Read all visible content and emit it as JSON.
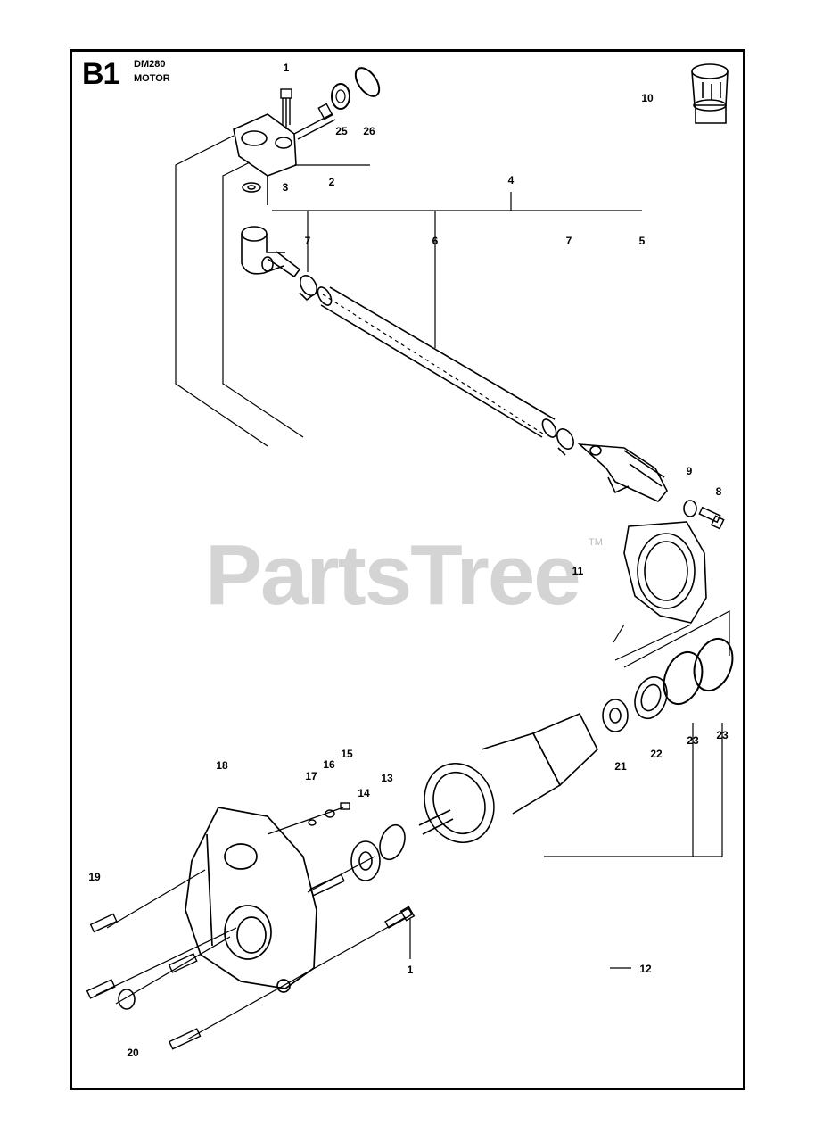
{
  "header": {
    "section": "B1",
    "model": "DM280",
    "title": "MOTOR"
  },
  "watermark": {
    "text": "PartsTree",
    "tm": "TM"
  },
  "callouts": [
    "1",
    "25",
    "26",
    "10",
    "2",
    "3",
    "4",
    "7",
    "6",
    "7",
    "5",
    "9",
    "8",
    "11",
    "23",
    "23",
    "22",
    "21",
    "18",
    "17",
    "16",
    "15",
    "14",
    "13",
    "19",
    "1",
    "12",
    "20"
  ]
}
